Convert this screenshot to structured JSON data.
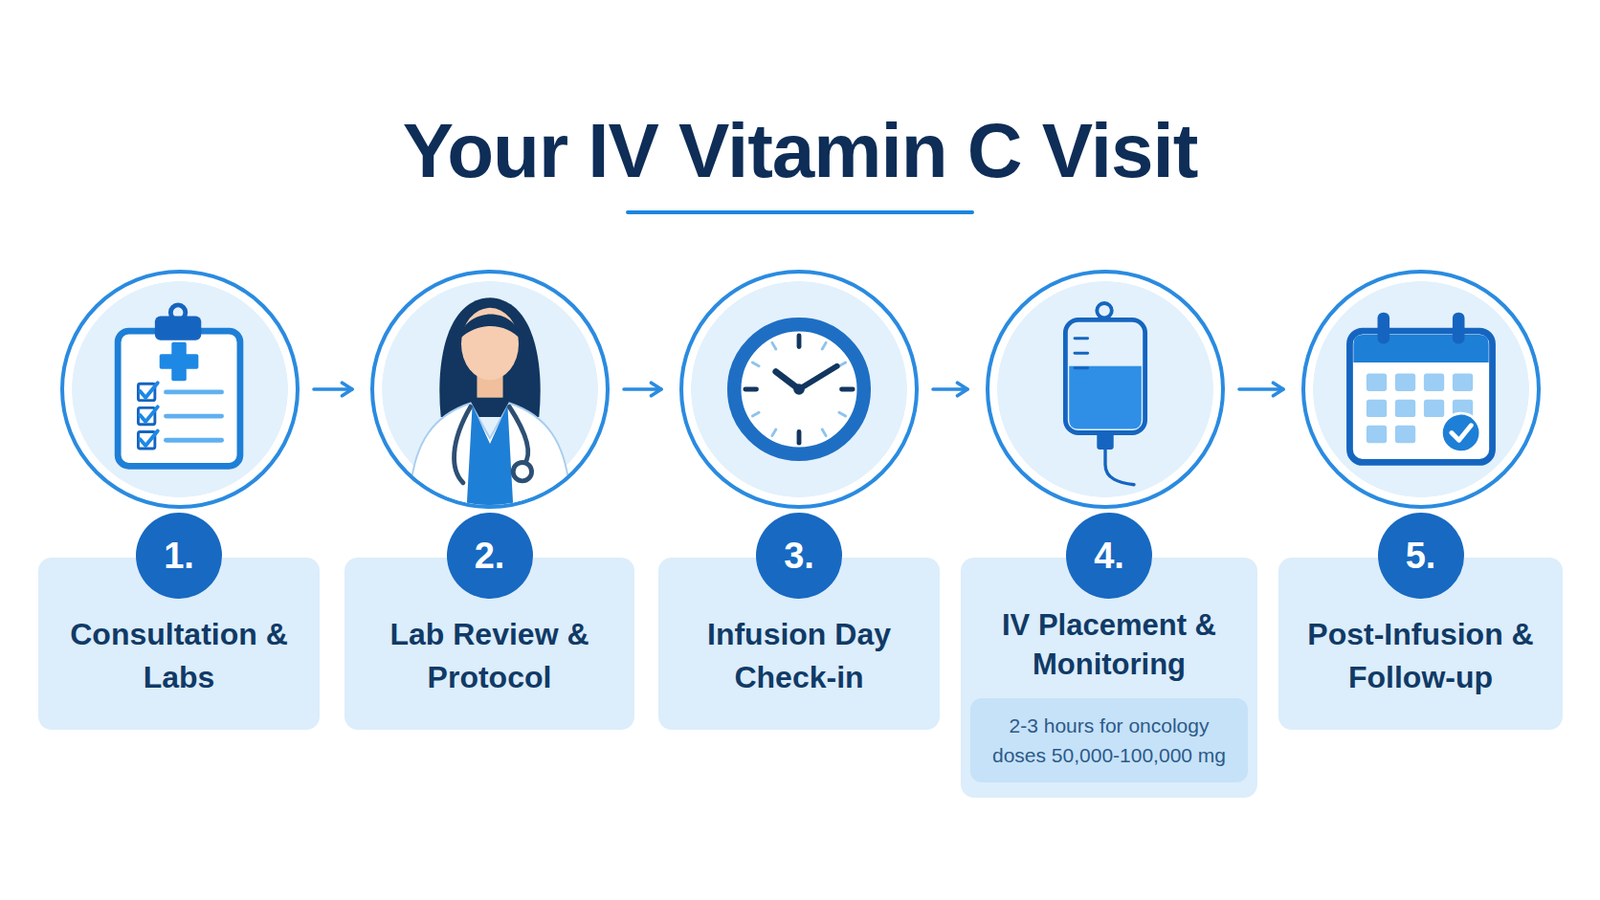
{
  "diagram": {
    "title": "Your IV Vitamin C Visit",
    "nodes": [
      {
        "text": [
          "1.",
          "Consultation & Labs"
        ]
      },
      {
        "text": [
          "2.",
          "Lab Review & Protocol"
        ]
      },
      {
        "text": [
          "3.",
          "Infusion Day Check-in"
        ]
      },
      {
        "text": [
          "4.",
          "IV Placement & Monitoring"
        ]
      },
      {
        "text": [
          "2-3 hours for oncology doses 50,000-100,000 mg"
        ],
        "in": 3
      },
      {
        "text": [
          "5.",
          "Post-Infusion & Follow-up"
        ]
      }
    ],
    "edges": [
      {
        "from": 0,
        "to": 1,
        "arrow": "to"
      },
      {
        "from": 1,
        "to": 2,
        "arrow": "to"
      },
      {
        "from": 2,
        "to": 3,
        "arrow": "to"
      },
      {
        "from": 3,
        "to": 5,
        "arrow": "to"
      }
    ]
  }
}
